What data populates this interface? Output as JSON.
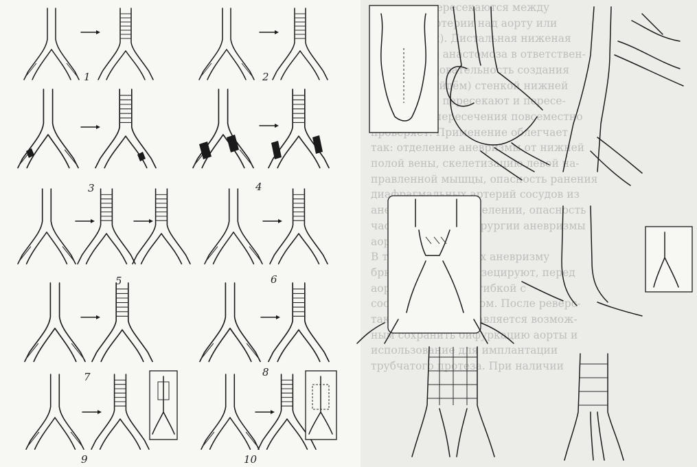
{
  "figure_labels": [
    "1",
    "2",
    "3",
    "4",
    "5",
    "6",
    "7",
    "8",
    "9",
    "10"
  ],
  "text_lines": [
    "лиоться и пересекаются между",
    "гадомной артерии над аорту или",
    "бифуркации). Дистальная ниженая",
    "сосудистого анастомоза в ответствен-",
    "ную, последовательность создания",
    "задней (Обойдём) стенкой нижней",
    "полой вены, пересекают и пересе-",
    "кая линию пересечения повсеместно",
    "проверяет. Применение облегчает",
    "так: отделение аневризмы от нижней",
    "полой вены, скелетизацию левой на-",
    "правленной мышцы, опасность ранения",
    "диафрагмальных артерий сосудов из",
    "аневризмы при выделении, опасность",
    "части для аорты хирургии аневризмы",
    "аорты.",
    "В типичных случаях аневризму",
    "брюшной мешок резецируют, перед",
    "аорты внутренней гибкой с",
    "сосудистым протезом. После реверс-",
    "так обычно представляется возмож-",
    "ным сохранить бифуркацию аорты и",
    "использование для имплантации",
    "трубчатого протеза. При наличии"
  ]
}
